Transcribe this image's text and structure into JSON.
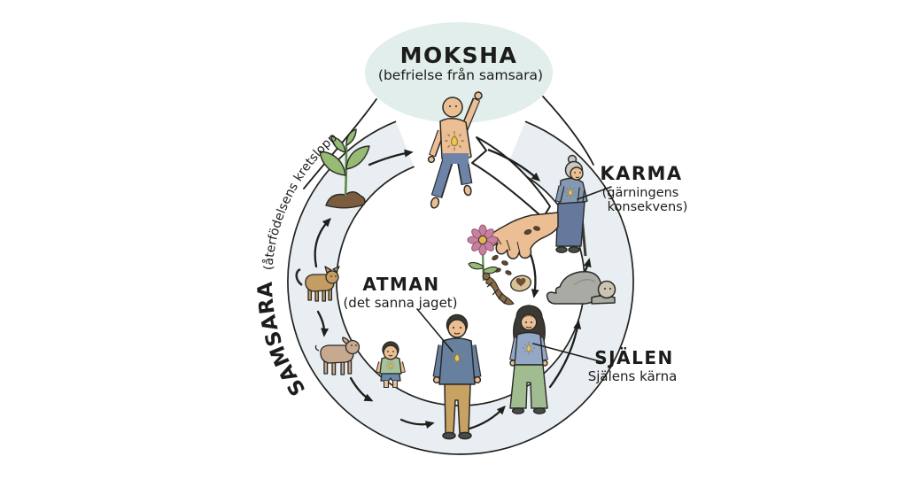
{
  "diagram": {
    "title": "Samsara cycle diagram (Hinduism, Swedish)",
    "type": "cycle-diagram"
  },
  "labels": {
    "moksha": {
      "title": "MOKSHA",
      "subtitle": "(befrielse från samsara)"
    },
    "karma": {
      "title": "KARMA",
      "subtitle_line1": "(gärningens",
      "subtitle_line2": "konsekvens)"
    },
    "atman": {
      "title": "ATMAN",
      "subtitle": "(det sanna jaget)"
    },
    "sjalen": {
      "title": "SJÄLEN",
      "subtitle": "Själens kärna"
    },
    "samsara": {
      "title": "SAMSARA",
      "subtitle": "(återfödelsens kretslopp)"
    }
  },
  "cycle_stages": [
    "sprout-in-soil",
    "cat",
    "lamb",
    "child",
    "man",
    "woman",
    "resting-dying-person",
    "elderly-woman-with-cane",
    "hand-scattering-seeds",
    "flower",
    "lizard",
    "seed-egg-with-heart",
    "ascending-liberated-person"
  ],
  "colors": {
    "background": "#ffffff",
    "moksha_aura": "#e2eeec",
    "band_fill": "#e9eef3",
    "outline": "#1f1f1c",
    "amulet_gold": "#ecc654",
    "skin": "#ecbe93",
    "man_sweater": "#68809f",
    "man_pants": "#c8a263",
    "child_shirt": "#a8c29c",
    "child_shorts": "#6989ac",
    "woman_top": "#92a8c6",
    "woman_pants": "#a2bc92",
    "elderly_sweater": "#8498b3",
    "elderly_skirt": "#64799c",
    "resting_gray": "#a9aaa4",
    "cat_fur": "#c59d63",
    "lamb_fur": "#c7a98f",
    "leaf_green": "#97ba74",
    "soil_brown": "#7c5c3e",
    "flower_pink": "#c8809f"
  }
}
